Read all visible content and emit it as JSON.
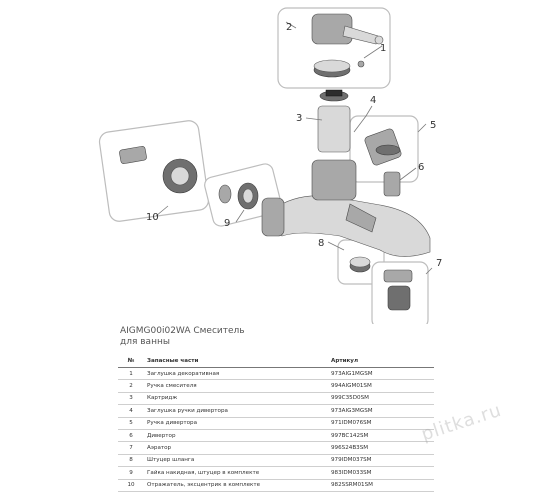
{
  "callouts": [
    "1",
    "2",
    "3",
    "4",
    "5",
    "6",
    "7",
    "8",
    "9",
    "10"
  ],
  "product": {
    "title_line1": "AIGMG00i02WA Смеситель",
    "title_line2": "для ванны"
  },
  "table": {
    "headers": {
      "num": "№",
      "name": "Запасные части",
      "article": "Артикул"
    },
    "rows": [
      {
        "num": "1",
        "name": "Заглушка декоративная",
        "article": "973AIG1MGSM"
      },
      {
        "num": "2",
        "name": "Ручка смесителя",
        "article": "994AIGM01SM"
      },
      {
        "num": "3",
        "name": "Картридж",
        "article": "999C35D0SM"
      },
      {
        "num": "4",
        "name": "Заглушка ручки дивертора",
        "article": "973AIG3MGSM"
      },
      {
        "num": "5",
        "name": "Ручка дивертора",
        "article": "971IDM076SM"
      },
      {
        "num": "6",
        "name": "Дивертор",
        "article": "997BC142SM"
      },
      {
        "num": "7",
        "name": "Аэратор",
        "article": "996S24B3SM"
      },
      {
        "num": "8",
        "name": "Штуцер шланга",
        "article": "979IDM037SM"
      },
      {
        "num": "9",
        "name": "Гайка накидная, штуцер в комплекте",
        "article": "983IDM033SM"
      },
      {
        "num": "10",
        "name": "Отражатель, эксцентрик в комплекте",
        "article": "982SSRM01SM"
      }
    ]
  },
  "watermark": "plitka.ru"
}
